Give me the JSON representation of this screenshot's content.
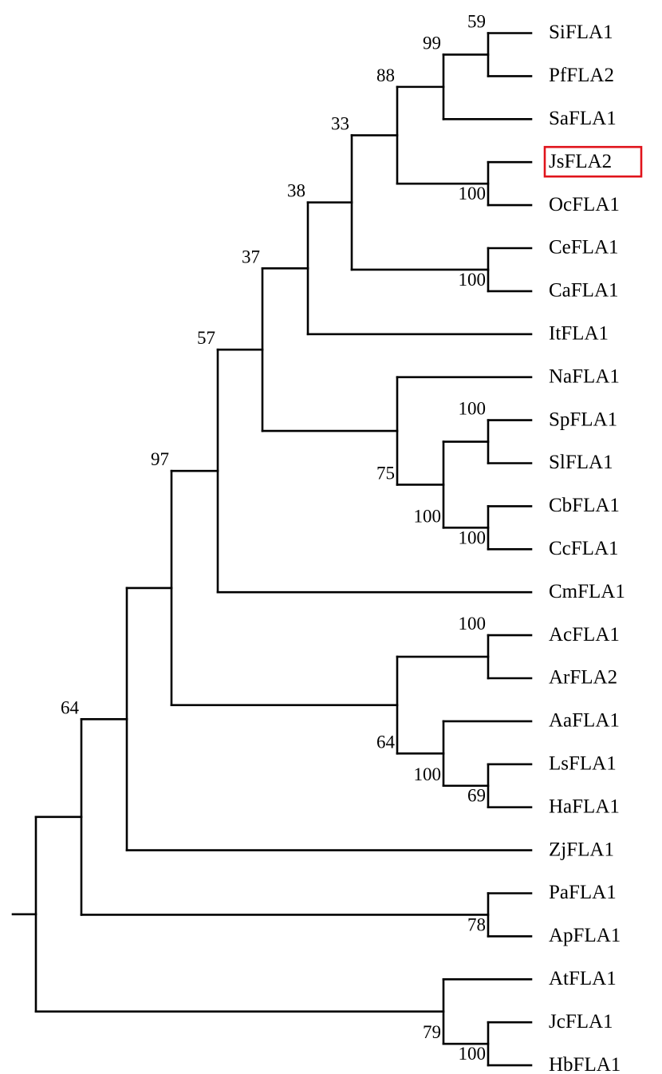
{
  "tree": {
    "highlight_color": "#e0131b",
    "highlighted_taxon": "JsFLA2",
    "taxa": [
      "SiFLA1",
      "PfFLA2",
      "SaFLA1",
      "JsFLA2",
      "OcFLA1",
      "CeFLA1",
      "CaFLA1",
      "ItFLA1",
      "NaFLA1",
      "SpFLA1",
      "SlFLA1",
      "CbFLA1",
      "CcFLA1",
      "CmFLA1",
      "AcFLA1",
      "ArFLA2",
      "AaFLA1",
      "LsFLA1",
      "HaFLA1",
      "ZjFLA1",
      "PaFLA1",
      "ApFLA1",
      "AtFLA1",
      "JcFLA1",
      "HbFLA1"
    ],
    "nodes": [
      {
        "id": "n_si_pf",
        "children": [
          "SiFLA1",
          "PfFLA2"
        ],
        "support": "59"
      },
      {
        "id": "n_sa",
        "children": [
          "n_si_pf",
          "SaFLA1"
        ],
        "support": "99"
      },
      {
        "id": "n_js_oc",
        "children": [
          "JsFLA2",
          "OcFLA1"
        ],
        "support": "100"
      },
      {
        "id": "n_88",
        "children": [
          "n_sa",
          "n_js_oc"
        ],
        "support": "88"
      },
      {
        "id": "n_ce_ca",
        "children": [
          "CeFLA1",
          "CaFLA1"
        ],
        "support": "100"
      },
      {
        "id": "n_33",
        "children": [
          "n_88",
          "n_ce_ca"
        ],
        "support": "33"
      },
      {
        "id": "n_38",
        "children": [
          "n_33",
          "ItFLA1"
        ],
        "support": "38"
      },
      {
        "id": "n_sp_sl",
        "children": [
          "SpFLA1",
          "SlFLA1"
        ],
        "support": "100"
      },
      {
        "id": "n_cb_cc",
        "children": [
          "CbFLA1",
          "CcFLA1"
        ],
        "support": "100"
      },
      {
        "id": "n_solan",
        "children": [
          "n_sp_sl",
          "n_cb_cc"
        ],
        "support": "100"
      },
      {
        "id": "n_75",
        "children": [
          "NaFLA1",
          "n_solan"
        ],
        "support": "75"
      },
      {
        "id": "n_37",
        "children": [
          "n_38",
          "n_75"
        ],
        "support": "37"
      },
      {
        "id": "n_57",
        "children": [
          "n_37",
          "CmFLA1"
        ],
        "support": "57"
      },
      {
        "id": "n_ac_ar",
        "children": [
          "AcFLA1",
          "ArFLA2"
        ],
        "support": "100"
      },
      {
        "id": "n_ls_ha",
        "children": [
          "LsFLA1",
          "HaFLA1"
        ],
        "support": "69"
      },
      {
        "id": "n_aa",
        "children": [
          "AaFLA1",
          "n_ls_ha"
        ],
        "support": "100"
      },
      {
        "id": "n_64b",
        "children": [
          "n_ac_ar",
          "n_aa"
        ],
        "support": "64"
      },
      {
        "id": "n_97",
        "children": [
          "n_57",
          "n_64b"
        ],
        "support": "97"
      },
      {
        "id": "n_zj",
        "children": [
          "n_97",
          "ZjFLA1"
        ],
        "support": ""
      },
      {
        "id": "n_pa_ap",
        "children": [
          "PaFLA1",
          "ApFLA1"
        ],
        "support": "78"
      },
      {
        "id": "n_64a",
        "children": [
          "n_zj",
          "n_pa_ap"
        ],
        "support": "64"
      },
      {
        "id": "n_jc_hb",
        "children": [
          "JcFLA1",
          "HbFLA1"
        ],
        "support": "100"
      },
      {
        "id": "n_79",
        "children": [
          "AtFLA1",
          "n_jc_hb"
        ],
        "support": "79"
      },
      {
        "id": "root",
        "children": [
          "n_64a",
          "n_79"
        ],
        "support": ""
      }
    ]
  }
}
